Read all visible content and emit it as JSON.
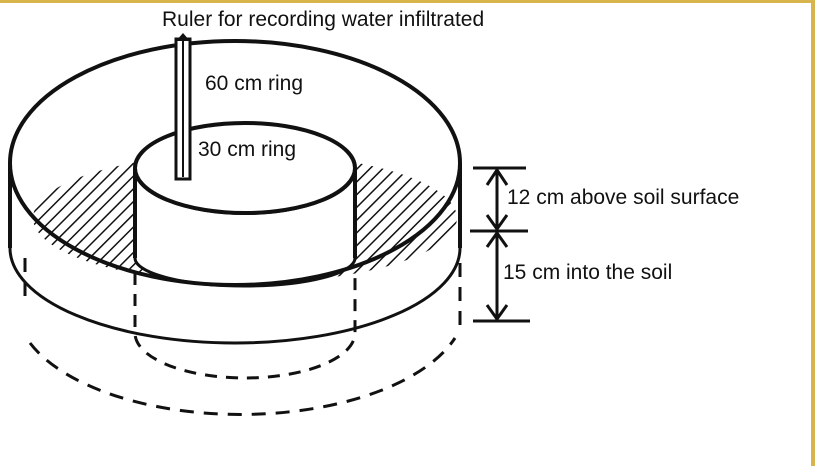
{
  "labels": {
    "ruler": "Ruler for recording water infiltrated",
    "outer_ring": "60 cm ring",
    "inner_ring": "30 cm ring",
    "above_surface": "12 cm above soil surface",
    "into_soil": "15 cm into the soil"
  },
  "colors": {
    "border": "#d8b54c",
    "ink": "#111111"
  }
}
